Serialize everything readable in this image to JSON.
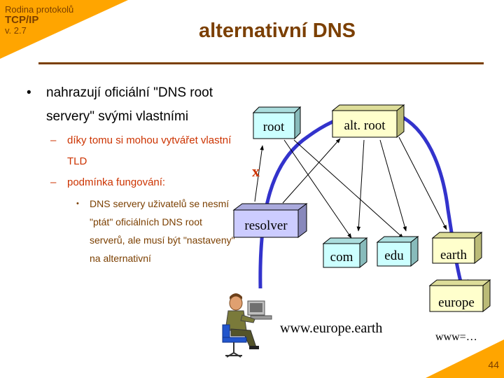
{
  "header": {
    "series_line1": "Rodina protokolů",
    "series_line2": "TCP/IP",
    "series_line3": "v. 2.7",
    "title": "alternativní DNS",
    "page_number": "44"
  },
  "bullets": {
    "main": "nahrazují oficiální \"DNS root servery\" svými vlastními",
    "sub1": "díky tomu si mohou vytvářet vlastní TLD",
    "sub2": "podmínka fungování:",
    "subsub": "DNS servery uživatelů se nesmí \"ptát\" oficiálních DNS root serverů, ale musí být \"nastaveny\" na alternativní"
  },
  "diagram": {
    "nodes": {
      "root": "root",
      "alt_root": "alt. root",
      "resolver": "resolver",
      "com": "com",
      "edu": "edu",
      "earth": "earth",
      "europe": "europe"
    },
    "blocked_mark": "x",
    "query_caption": "www.europe.earth",
    "answer_caption": "www=…"
  },
  "colors": {
    "accent_orange": "#ffa500",
    "title_brown": "#7b3f00",
    "sub_red": "#cc3300",
    "path_blue": "#3333cc",
    "box_cyan": "#ccffff",
    "box_lavender": "#ccccff",
    "box_yellow": "#ffffcc"
  }
}
